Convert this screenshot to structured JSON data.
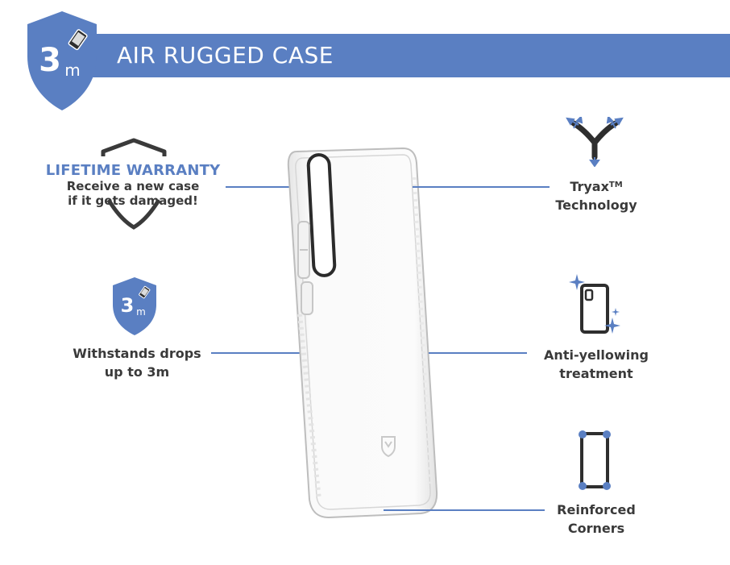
{
  "header": {
    "badge_number": "3",
    "badge_unit": "m",
    "title": "AIR RUGGED CASE"
  },
  "features": {
    "warranty": {
      "title": "LIFETIME WARRANTY",
      "line1": "Receive a new case",
      "line2": "if it gets damaged!"
    },
    "drops": {
      "badge_number": "3",
      "badge_unit": "m",
      "line1": "Withstands drops",
      "line2": "up to 3m"
    },
    "tryax": {
      "name": "Tryax",
      "trademark": "TM",
      "line2": "Technology"
    },
    "anti_yellowing": {
      "line1": "Anti-yellowing",
      "line2": "treatment"
    },
    "corners": {
      "line1": "Reinforced",
      "line2": "Corners"
    }
  },
  "colors": {
    "brand_blue": "#5a7fc2",
    "text_dark": "#3a3a3a"
  }
}
